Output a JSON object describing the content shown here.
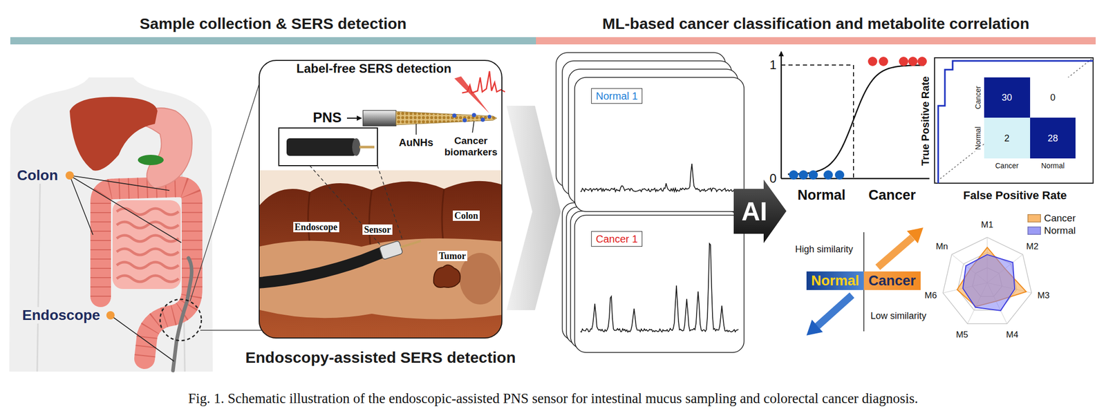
{
  "diagram": {
    "caption": "Fig. 1. Schematic illustration of the endoscopic-assisted PNS sensor for intestinal mucus sampling and colorectal cancer diagnosis.",
    "nodes": [
      {
        "text": [
          "Sample collection & SERS detection"
        ]
      },
      {
        "text": [
          "ML-based cancer classification and metabolite correlation"
        ]
      },
      {
        "text": [
          "Endoscopy-assisted SERS detection"
        ]
      },
      {
        "text": [
          "Normal 1"
        ]
      },
      {
        "text": [
          "Cancer 1"
        ]
      },
      {
        "text": [
          "AI"
        ]
      },
      {
        "text": [
          "Normal"
        ]
      },
      {
        "text": [
          "Cancer"
        ]
      }
    ],
    "labels": [
      "Colon",
      "Endoscope",
      "Label-free SERS detection",
      "PNS",
      "AuNHs",
      "Cancer biomarkers",
      "Endoscope",
      "Sensor",
      "Colon",
      "Tumor",
      "1",
      "0",
      "Normal",
      "Cancer",
      "True Positive Rate",
      "Cancer",
      "Normal",
      "30",
      "0",
      "2",
      "28",
      "Cancer",
      "Normal",
      "False Positive Rate",
      "High similarity",
      "Low similarity",
      "M1",
      "M2",
      "M3",
      "M4",
      "M5",
      "M6",
      "Mn"
    ],
    "legend": [
      {
        "text": "Cancer",
        "color": "#f9b96e"
      },
      {
        "text": "Normal",
        "color": "#9b9bf5"
      }
    ]
  }
}
